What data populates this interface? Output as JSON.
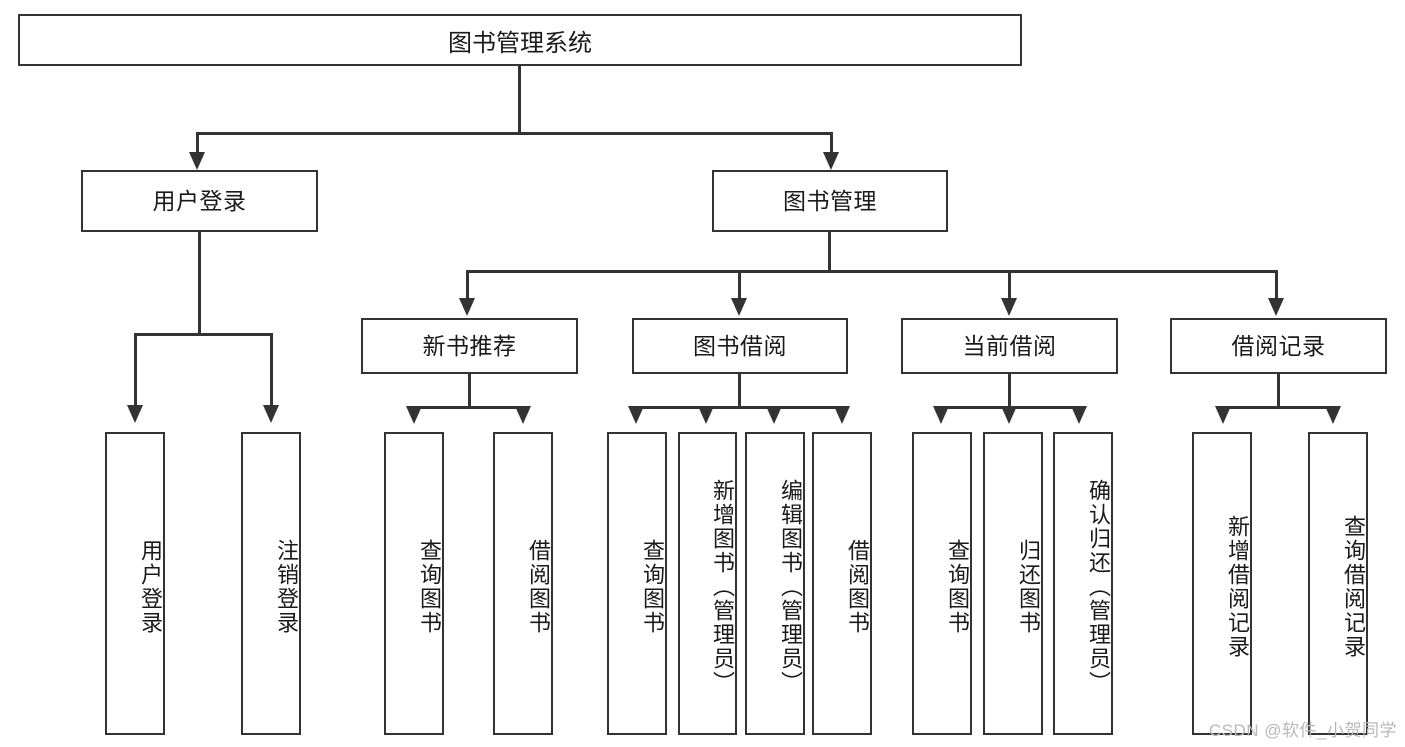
{
  "diagram": {
    "type": "tree",
    "title": "图书管理系统",
    "watermark": "CSDN @软件_小贺同学",
    "colors": {
      "stroke": "#333333",
      "background": "#ffffff",
      "text": "#1a1a1a",
      "watermark": "#b9b9b9"
    },
    "levels": {
      "root": {
        "label": "图书管理系统"
      },
      "level2": [
        {
          "label": "用户登录"
        },
        {
          "label": "图书管理"
        }
      ],
      "level3": [
        {
          "label": "新书推荐"
        },
        {
          "label": "图书借阅"
        },
        {
          "label": "当前借阅"
        },
        {
          "label": "借阅记录"
        }
      ],
      "leaves": {
        "user_login": [
          {
            "label": "用户登录"
          },
          {
            "label": "注销登录"
          }
        ],
        "new_book_recommend": [
          {
            "label": "查询图书"
          },
          {
            "label": "借阅图书"
          }
        ],
        "book_borrow": [
          {
            "label": "查询图书"
          },
          {
            "label": "新增图书（管理员）"
          },
          {
            "label": "编辑图书（管理员）"
          },
          {
            "label": "借阅图书"
          }
        ],
        "current_borrow": [
          {
            "label": "查询图书"
          },
          {
            "label": "归还图书"
          },
          {
            "label": "确认归还（管理员）"
          }
        ],
        "borrow_record": [
          {
            "label": "新增借阅记录"
          },
          {
            "label": "查询借阅记录"
          }
        ]
      }
    }
  }
}
